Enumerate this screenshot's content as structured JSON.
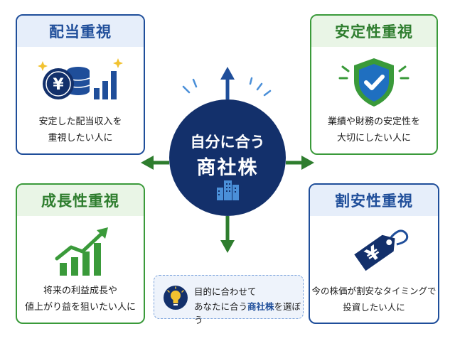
{
  "center": {
    "line1": "自分に合う",
    "line2": "商社株"
  },
  "cards": {
    "dividend": {
      "title": "配当重視",
      "desc1": "安定した配当収入を",
      "desc2": "重視したい人に",
      "icon": "yen-coins-bar-chart-icon"
    },
    "stability": {
      "title": "安定性重視",
      "desc1": "業績や財務の安定性を",
      "desc2": "大切にしたい人に",
      "icon": "shield-check-icon"
    },
    "growth": {
      "title": "成長性重視",
      "desc1": "将来の利益成長や",
      "desc2": "値上がり益を狙いたい人に",
      "icon": "growth-chart-icon"
    },
    "value": {
      "title": "割安性重視",
      "desc1": "今の株価が割安なタイミングで",
      "desc2": "投資したい人に",
      "icon": "yen-price-tag-icon"
    }
  },
  "tip": {
    "line1": "目的に合わせて",
    "line2_pre": "あなたに合う",
    "line2_highlight": "商社株",
    "line2_post": "を選ぼう",
    "icon": "lightbulb-icon"
  },
  "colors": {
    "navy": "#13306b",
    "blue": "#1f4e9a",
    "green": "#3a9a3a",
    "gold": "#f2c230"
  }
}
